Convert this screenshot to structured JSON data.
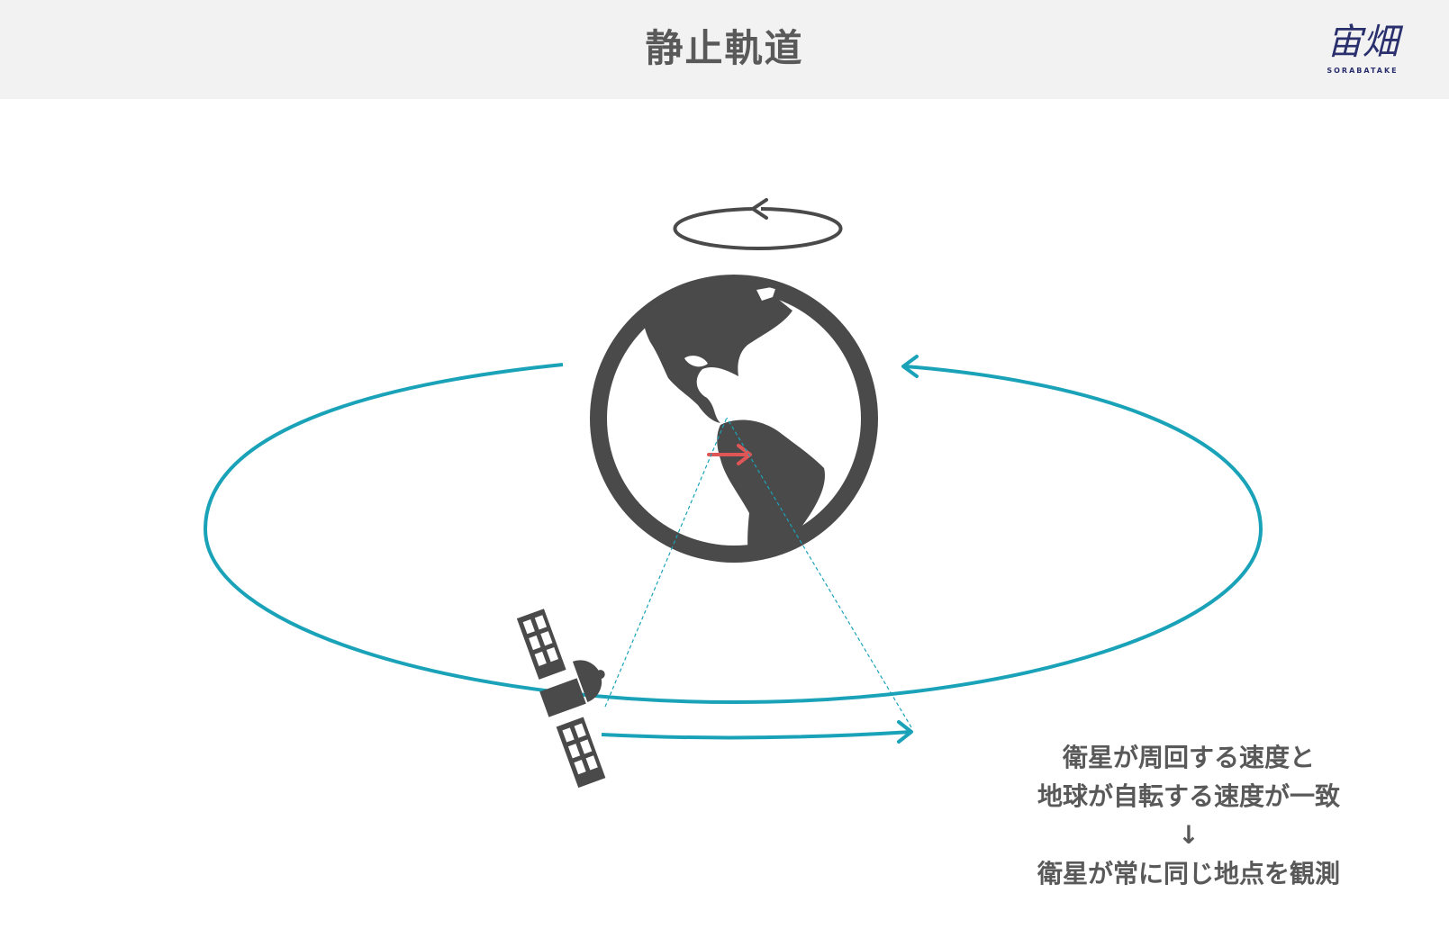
{
  "header": {
    "title": "静止軌道",
    "logo_mark": "宙畑",
    "logo_sub": "SORABATAKE"
  },
  "colors": {
    "orbit": "#1aa3b8",
    "earth": "#4a4a4a",
    "arrow_red": "#e05555",
    "header_bg": "#f2f2f2",
    "text": "#595959"
  },
  "icons": [
    "rotation-arrow-icon",
    "earth-icon",
    "satellite-icon"
  ],
  "caption": {
    "line1": "衛星が周回する速度と",
    "line2": "地球が自転する速度が一致",
    "arrow": "↓",
    "line3": "衛星が常に同じ地点を観測"
  }
}
